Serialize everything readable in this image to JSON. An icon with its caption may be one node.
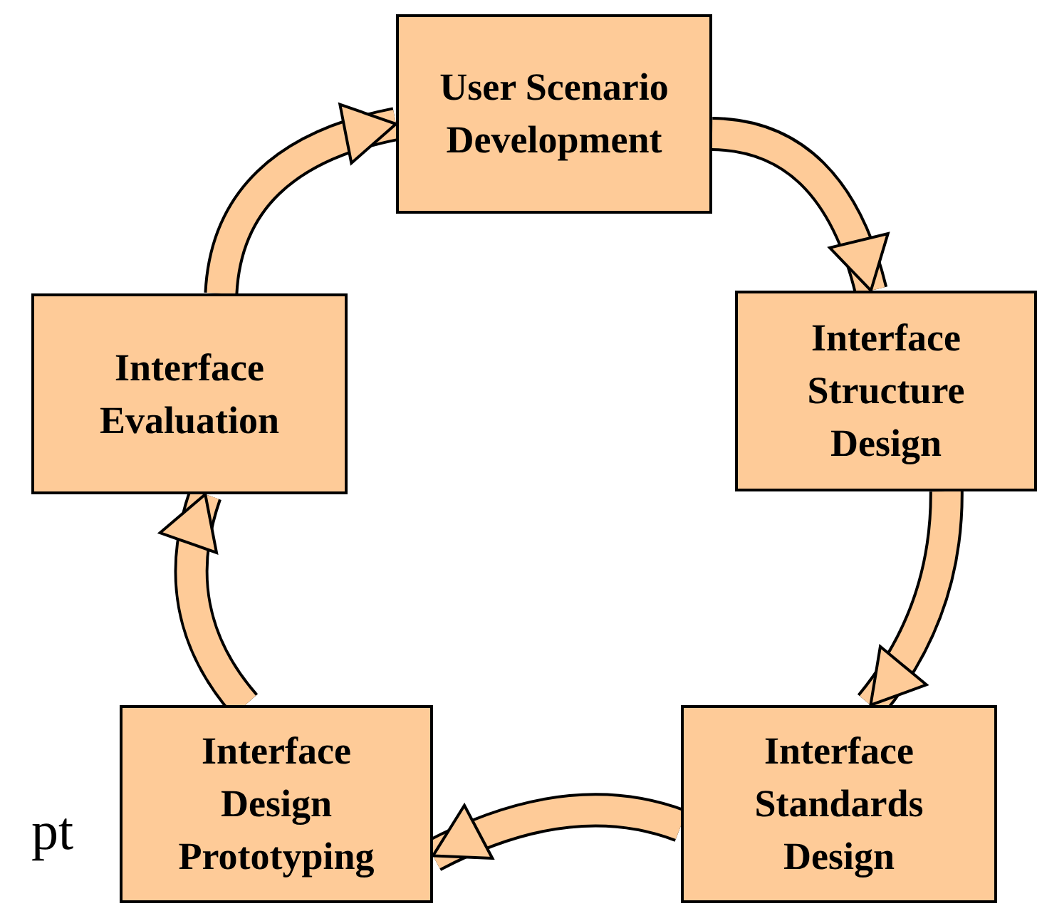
{
  "diagram": {
    "nodes": [
      {
        "text": [
          "User Scenario Development"
        ]
      },
      {
        "text": [
          "Interface Structure Design"
        ]
      },
      {
        "text": [
          "Interface Standards Design"
        ]
      },
      {
        "text": [
          "Interface Design Prototyping"
        ]
      },
      {
        "text": [
          "Interface Evaluation"
        ]
      }
    ],
    "edges": [
      {
        "from": 0,
        "to": 1,
        "arrow": "to"
      },
      {
        "from": 1,
        "to": 2,
        "arrow": "to"
      },
      {
        "from": 2,
        "to": 3,
        "arrow": "to"
      },
      {
        "from": 3,
        "to": 4,
        "arrow": "to"
      },
      {
        "from": 4,
        "to": 0,
        "arrow": "to"
      }
    ],
    "labels": [
      "pt"
    ]
  }
}
